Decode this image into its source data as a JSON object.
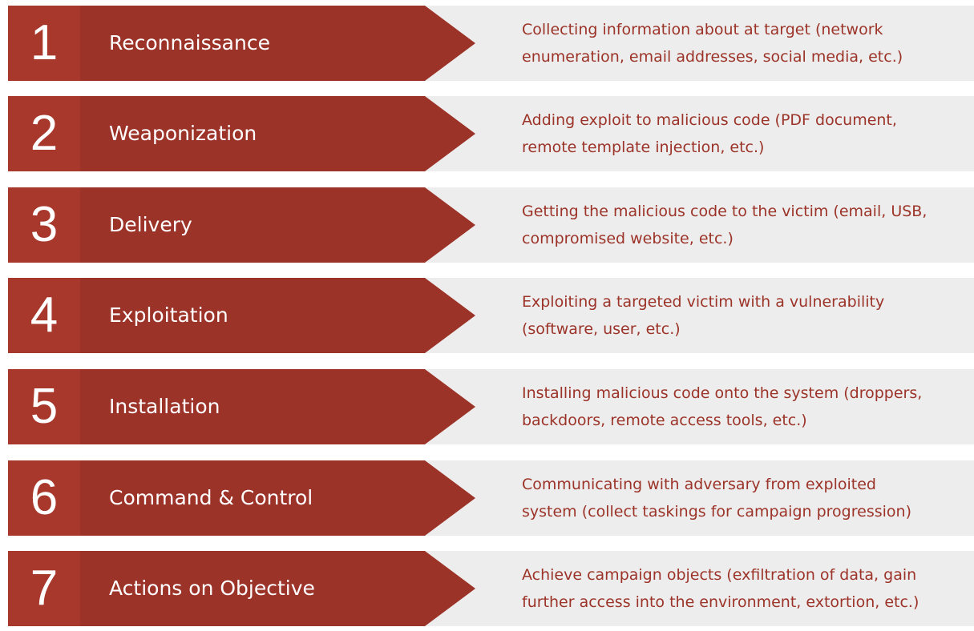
{
  "diagram": {
    "steps": [
      {
        "number": "1",
        "title": "Reconnaissance",
        "description_lines": [
          "Collecting information about at target (network",
          "enumeration, email addresses, social media, etc.)"
        ]
      },
      {
        "number": "2",
        "title": "Weaponization",
        "description_lines": [
          "Adding exploit to malicious code (PDF document,",
          "remote template injection, etc.)"
        ]
      },
      {
        "number": "3",
        "title": "Delivery",
        "description_lines": [
          "Getting the malicious code to the victim (email, USB,",
          "compromised website, etc.)"
        ]
      },
      {
        "number": "4",
        "title": "Exploitation",
        "description_lines": [
          "Exploiting a targeted victim with a vulnerability",
          "(software, user, etc.)"
        ]
      },
      {
        "number": "5",
        "title": "Installation",
        "description_lines": [
          "Installing malicious code onto the system (droppers,",
          "backdoors, remote access tools, etc.)"
        ]
      },
      {
        "number": "6",
        "title": "Command & Control",
        "description_lines": [
          "Communicating with adversary from exploited",
          "system (collect taskings for campaign progression)"
        ]
      },
      {
        "number": "7",
        "title": "Actions on Objective",
        "description_lines": [
          "Achieve campaign objects (exfiltration of data, gain",
          "further access into the environment, extortion, etc.)"
        ]
      }
    ],
    "colors": {
      "arrow": "#9c3328",
      "number_box": "#a8382c",
      "description_panel": "#ededed",
      "description_text": "#9c3328"
    }
  }
}
